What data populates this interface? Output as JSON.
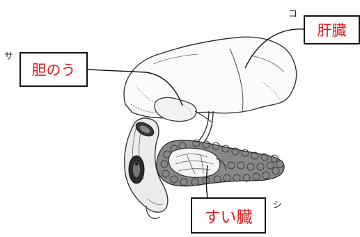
{
  "labels": {
    "liver": "肝臓",
    "gallbladder": "胆のう",
    "pancreas": "すい臓"
  },
  "markers": {
    "liver": "コ",
    "gallbladder": "サ",
    "pancreas": "シ"
  },
  "colors": {
    "label_text": "#e0191e",
    "box_border": "#111111",
    "drawing_line": "#333333"
  }
}
